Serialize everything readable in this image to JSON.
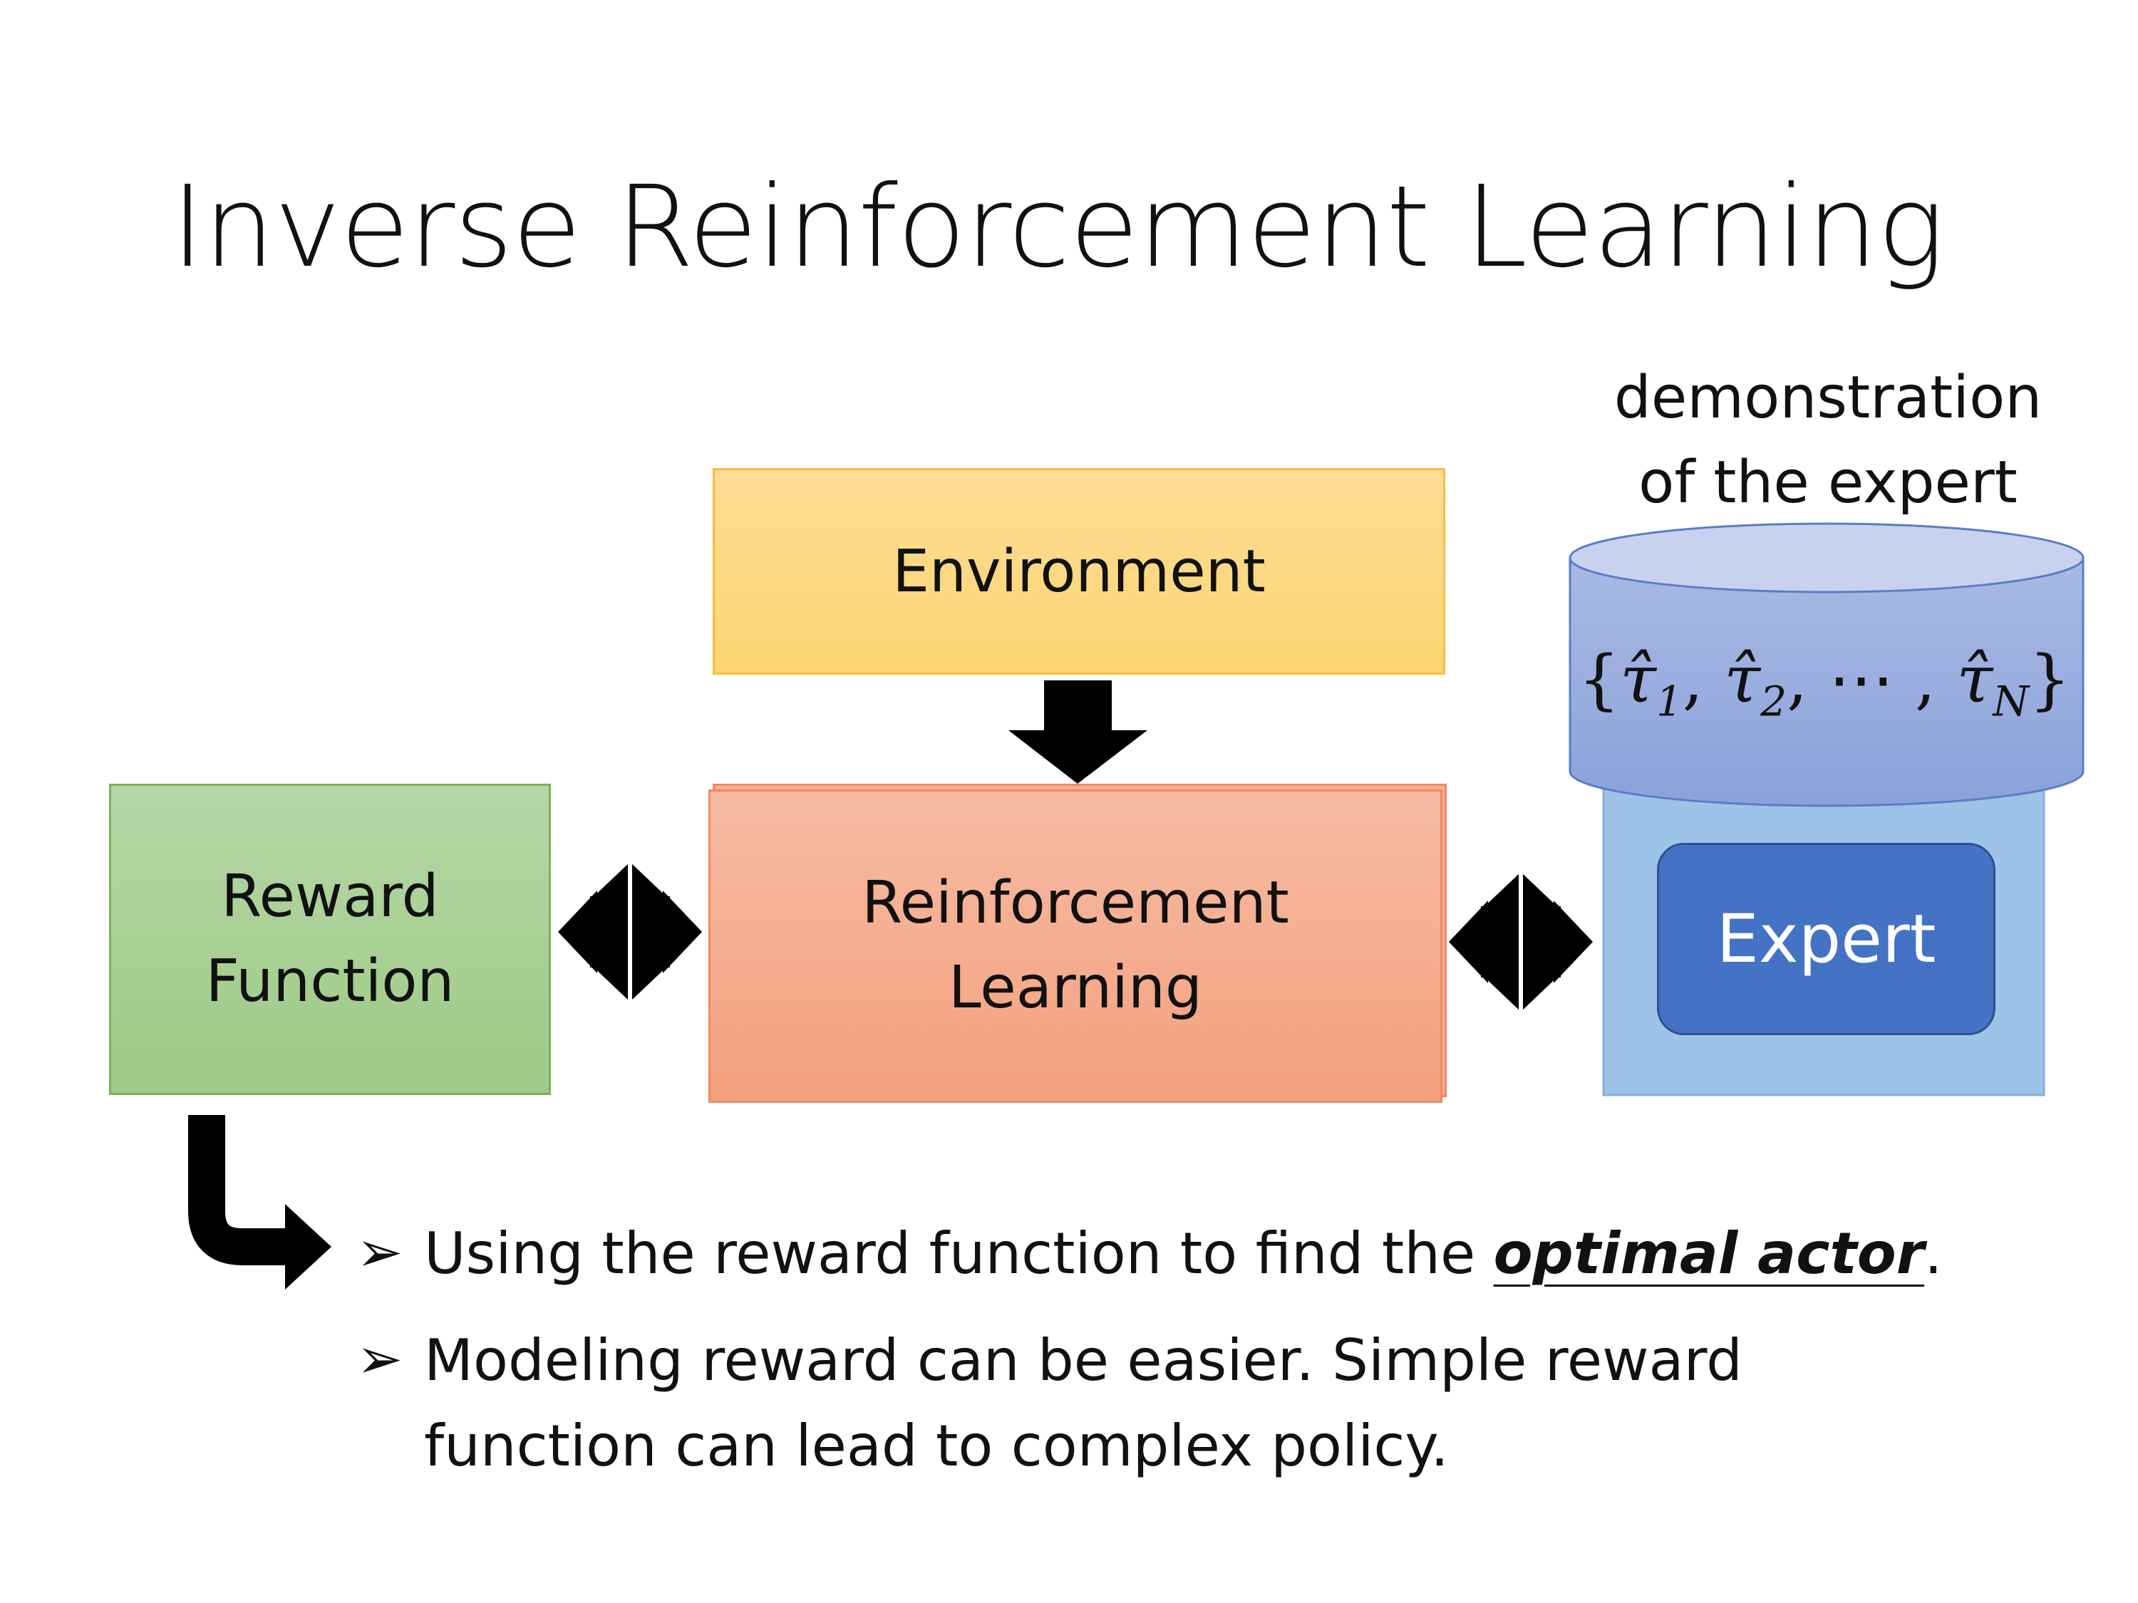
{
  "slide": {
    "title": "Inverse Reinforcement Learning"
  },
  "diagram": {
    "environment": "Environment",
    "reinforcement_learning": [
      "Reinforcement",
      "Learning"
    ],
    "reward_function": [
      "Reward",
      "Function"
    ],
    "expert": "Expert",
    "demonstration_label": [
      "demonstration",
      "of the expert"
    ],
    "demonstrations": {
      "open": "{",
      "tau1": "τ̂",
      "sub1": "1",
      "sep1": ",",
      "tau2": "τ̂",
      "sub2": "2",
      "sep2": ", ⋯ ,",
      "tauN": "τ̂",
      "subN": "N",
      "close": "}"
    },
    "colors": {
      "environment": "#fcd472",
      "reinforcement_learning": "#f4a17e",
      "reward_function": "#9dcb86",
      "expert_panel": "#9ec3e8",
      "expert_button": "#4472c4",
      "cylinder": "#8faadc"
    }
  },
  "bullets": [
    {
      "marker": "➢",
      "text_before": "Using the reward function to find the ",
      "emphasis": "optimal actor",
      "text_after": "."
    },
    {
      "marker": "➢",
      "lines": [
        "Modeling reward can be easier. Simple reward",
        "function can lead to complex policy."
      ]
    }
  ]
}
